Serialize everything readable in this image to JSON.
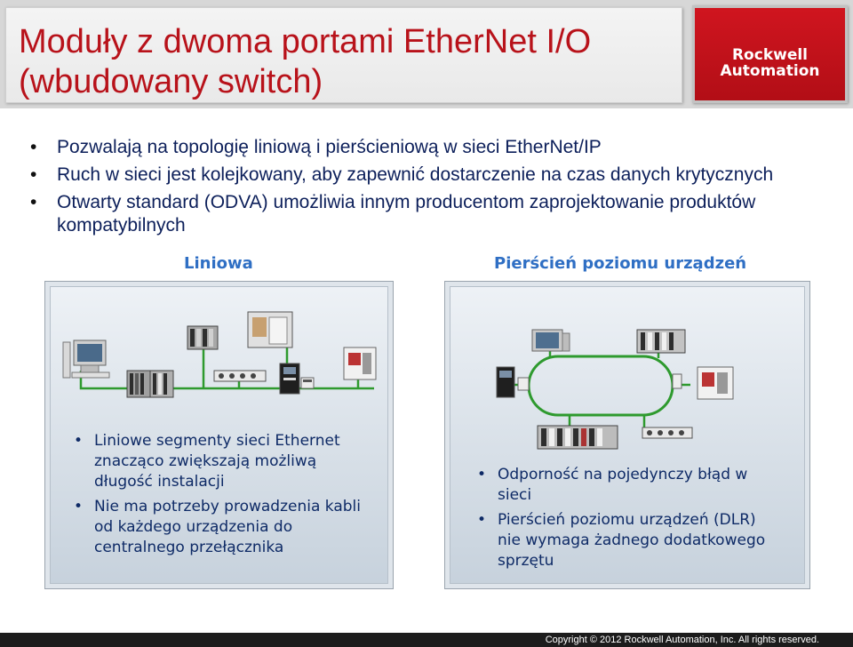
{
  "header": {
    "title_line1": "Moduły z dwoma portami EtherNet I/O",
    "title_line2": "(wbudowany switch)",
    "logo_line1": "Rockwell",
    "logo_line2": "Automation"
  },
  "bullets": [
    "Pozwalają na topologię liniową i pierścieniową w sieci EtherNet/IP",
    "Ruch w sieci jest kolejkowany, aby zapewnić dostarczenie na czas danych krytycznych",
    "Otwarty standard (ODVA) umożliwia innym producentom zaprojektowanie produktów kompatybilnych"
  ],
  "linear": {
    "label": "Liniowa",
    "points": [
      "Liniowe segmenty sieci Ethernet znacząco zwiększają możliwą długość instalacji",
      "Nie ma potrzeby prowadzenia kabli od każdego urządzenia do centralnego przełącznika"
    ]
  },
  "ring": {
    "label": "Pierścień poziomu urządzeń",
    "points": [
      "Odporność na pojedynczy błąd w sieci",
      "Pierścień poziomu urządzeń (DLR) nie wymaga żadnego dodatkowego sprzętu"
    ]
  },
  "footer": {
    "copyright": "Copyright © 2012 Rockwell Automation, Inc. All rights reserved."
  },
  "colors": {
    "title": "#b8121a",
    "logo_bg": "#c4121b",
    "body_text": "#0c1f5a",
    "section_label": "#2f6fc4",
    "network_line": "#2e9a2e"
  },
  "icons": [
    "computer-icon",
    "plc-rack-icon",
    "io-block-icon",
    "drive-icon",
    "control-panel-icon",
    "ring-network-icon"
  ]
}
